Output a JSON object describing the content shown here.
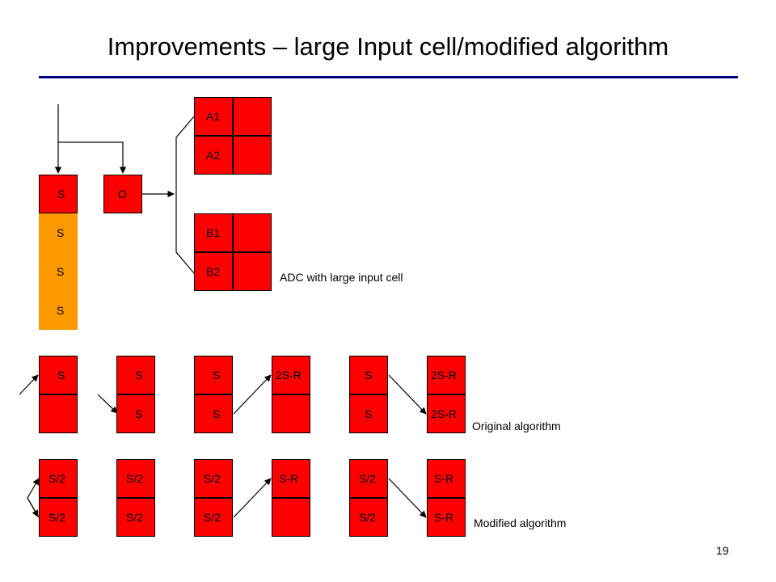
{
  "title": "Improvements – large Input cell/modified algorithm",
  "page_number": "19",
  "colors": {
    "cell": "#ff0000",
    "input_cell": "#ff9900",
    "rule": "#000080"
  },
  "top_diagram": {
    "input_column": [
      "S",
      "S",
      "S",
      "S"
    ],
    "output_cell": "O",
    "pair_a": [
      "A1",
      "A2"
    ],
    "pair_b": [
      "B1",
      "B2"
    ],
    "caption": "ADC with large input cell"
  },
  "original": {
    "cells": [
      [
        "S",
        ""
      ],
      [
        "S",
        "S"
      ],
      [
        "S",
        "S"
      ],
      [
        "2S-R",
        ""
      ],
      [
        "S",
        "S"
      ],
      [
        "2S-R",
        "2S-R"
      ]
    ],
    "caption": "Original algorithm"
  },
  "modified": {
    "cells": [
      [
        "S/2",
        "S/2"
      ],
      [
        "S/2",
        "S/2"
      ],
      [
        "S/2",
        "S/2"
      ],
      [
        "S-R",
        ""
      ],
      [
        "S/2",
        "S/2"
      ],
      [
        "S-R",
        "S-R"
      ]
    ],
    "caption": "Modified algorithm"
  }
}
